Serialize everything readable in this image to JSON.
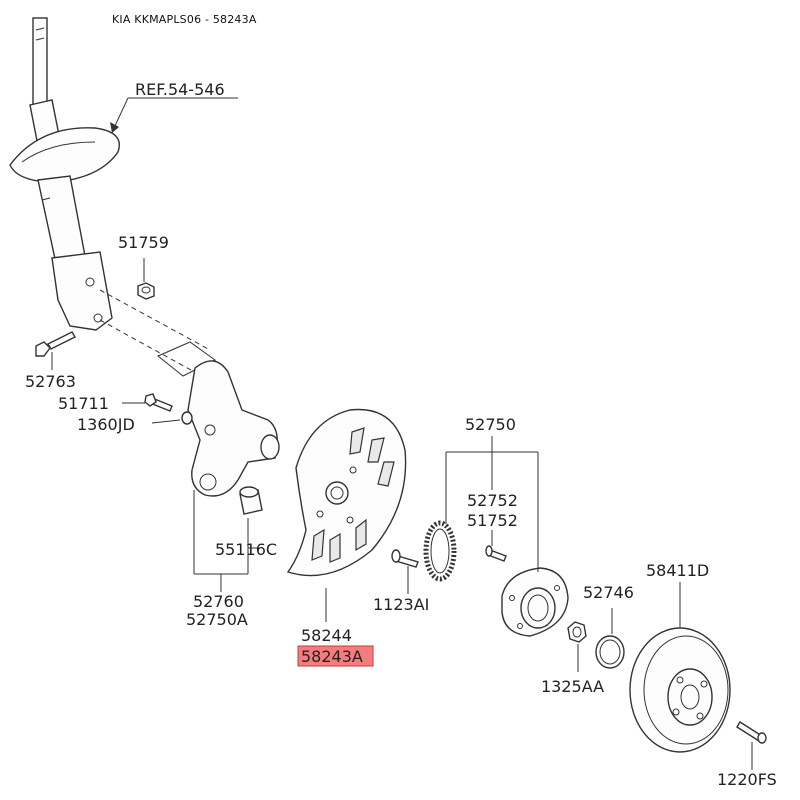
{
  "header": {
    "title": "KIA KKMAPLS06 - 58243A"
  },
  "labels": {
    "ref": "REF.54-546",
    "p51759": "51759",
    "p52763": "52763",
    "p51711": "51711",
    "p1360JD": "1360JD",
    "p55116C": "55116C",
    "p52760": "52760",
    "p52750A": "52750A",
    "p58244": "58244",
    "p58243A": "58243A",
    "p1123AI": "1123AI",
    "p52750": "52750",
    "p52752": "52752",
    "p51752": "51752",
    "p52746": "52746",
    "p1325AA": "1325AA",
    "p58411D": "58411D",
    "p1220FS": "1220FS"
  },
  "colors": {
    "highlight": "#f47c7c",
    "line": "#333333"
  }
}
